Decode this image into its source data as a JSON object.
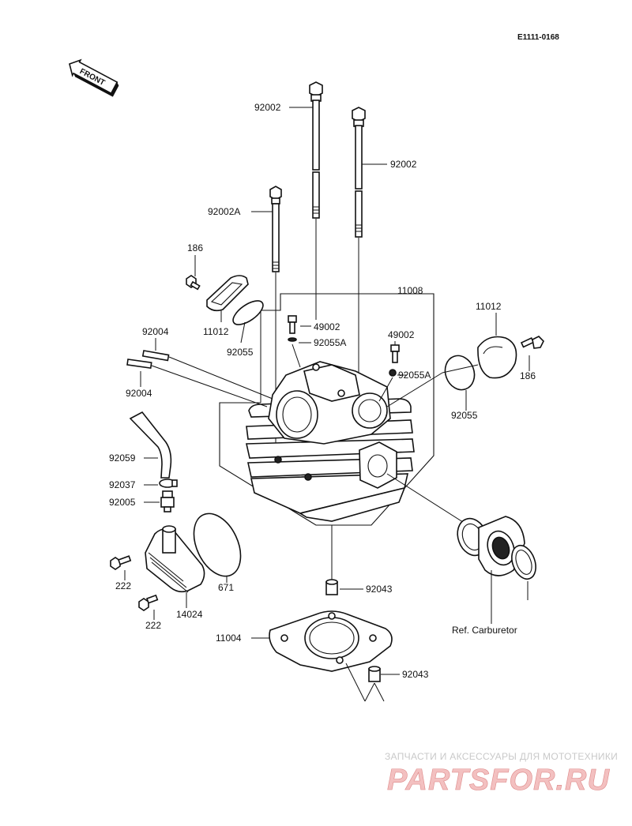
{
  "diagram": {
    "code": "E1111-0168",
    "front_label": "FRONT",
    "labels": {
      "p92002_top": "92002",
      "p92002_right": "92002",
      "p92002A": "92002A",
      "p186_left": "186",
      "p11012_left": "11012",
      "p92055_left": "92055",
      "p11008": "11008",
      "p49002_center": "49002",
      "p92055A_center": "92055A",
      "p49002_right": "49002",
      "p92055A_right": "92055A",
      "p11012_right": "11012",
      "p186_right": "186",
      "p92055_right": "92055",
      "p92004_top": "92004",
      "p92004_bottom": "92004",
      "p92059": "92059",
      "p92037": "92037",
      "p92005": "92005",
      "p671": "671",
      "p222_a": "222",
      "p222_b": "222",
      "p14024": "14024",
      "p92043_a": "92043",
      "p11004": "11004",
      "p92043_b": "92043",
      "ref_carb": "Ref. Carburetor"
    }
  },
  "watermark": {
    "tagline": "ЗАПЧАСТИ И АКСЕССУАРЫ ДЛЯ МОТОТЕХНИКИ",
    "brand": "PARTSFOR.RU"
  }
}
